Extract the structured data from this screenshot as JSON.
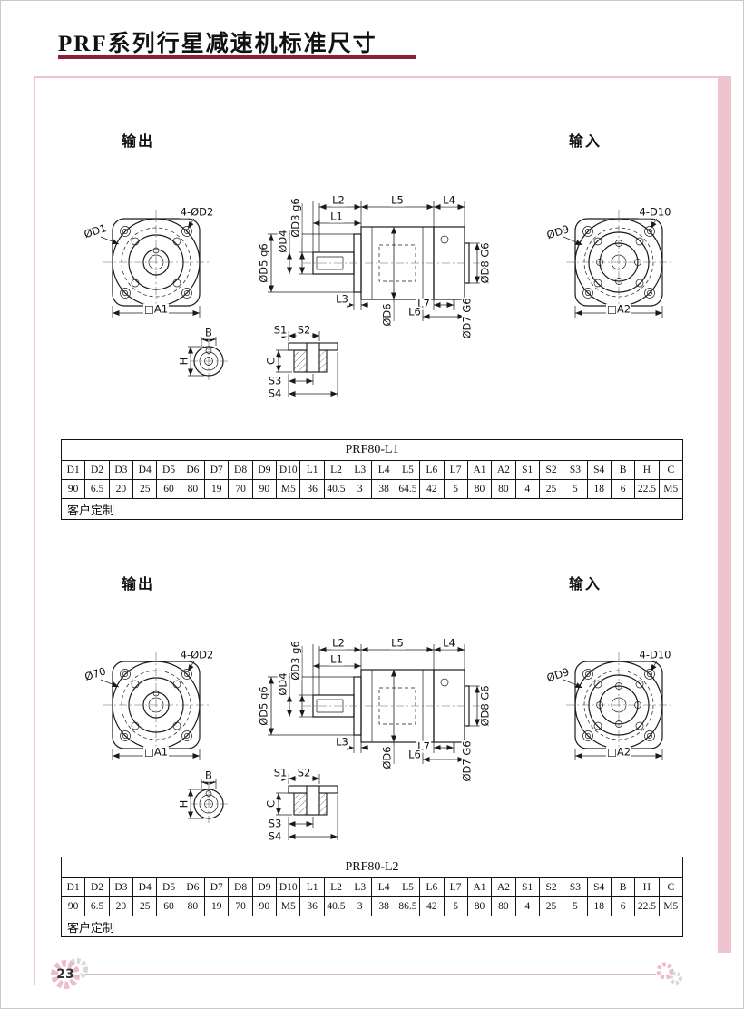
{
  "page": {
    "title": "PRF系列行星减速机标准尺寸",
    "page_number": "23"
  },
  "colors": {
    "accent_maroon": "#8a2038",
    "frame_pink": "#f0c4ce",
    "line_black": "#1a1a1a"
  },
  "sections": [
    {
      "output_label": "输出",
      "input_label": "输入",
      "front": {
        "dia_label": "ØD1",
        "holes_label": "4-ØD2",
        "square_label": "□A1"
      },
      "shaft_end": {
        "b": "B",
        "h": "H"
      },
      "section_view": {
        "s1": "S1",
        "s2": "S2",
        "s3": "S3",
        "s4": "S4",
        "c": "C"
      },
      "side": {
        "l1": "L1",
        "l2": "L2",
        "l3": "L3",
        "l4": "L4",
        "l5": "L5",
        "l6": "L6",
        "l7": "L7",
        "d3": "ØD3 g6",
        "d4": "ØD4",
        "d5": "ØD5 g6",
        "d6": "ØD6",
        "d7": "ØD7 G6",
        "d8": "ØD8 G6"
      },
      "rear": {
        "dia_label": "ØD9",
        "holes_label": "4-D10",
        "square_label": "□A2"
      },
      "table": {
        "title": "PRF80-L1",
        "headers": [
          "D1",
          "D2",
          "D3",
          "D4",
          "D5",
          "D6",
          "D7",
          "D8",
          "D9",
          "D10",
          "L1",
          "L2",
          "L3",
          "L4",
          "L5",
          "L6",
          "L7",
          "A1",
          "A2",
          "S1",
          "S2",
          "S3",
          "S4",
          "B",
          "H",
          "C"
        ],
        "values": [
          "90",
          "6.5",
          "20",
          "25",
          "60",
          "80",
          "19",
          "70",
          "90",
          "M5",
          "36",
          "40.5",
          "3",
          "38",
          "64.5",
          "42",
          "5",
          "80",
          "80",
          "4",
          "25",
          "5",
          "18",
          "6",
          "22.5",
          "M5"
        ],
        "footer": "客户定制"
      }
    },
    {
      "output_label": "输出",
      "input_label": "输入",
      "front": {
        "dia_label": "Ø70",
        "holes_label": "4-ØD2",
        "square_label": "□A1"
      },
      "shaft_end": {
        "b": "B",
        "h": "H"
      },
      "section_view": {
        "s1": "S1",
        "s2": "S2",
        "s3": "S3",
        "s4": "S4",
        "c": "C"
      },
      "side": {
        "l1": "L1",
        "l2": "L2",
        "l3": "L3",
        "l4": "L4",
        "l5": "L5",
        "l6": "L6",
        "l7": "L7",
        "d3": "ØD3 g6",
        "d4": "ØD4",
        "d5": "ØD5 g6",
        "d6": "ØD6",
        "d7": "ØD7 G6",
        "d8": "ØD8 G6"
      },
      "rear": {
        "dia_label": "ØD9",
        "holes_label": "4-D10",
        "square_label": "□A2"
      },
      "table": {
        "title": "PRF80-L2",
        "headers": [
          "D1",
          "D2",
          "D3",
          "D4",
          "D5",
          "D6",
          "D7",
          "D8",
          "D9",
          "D10",
          "L1",
          "L2",
          "L3",
          "L4",
          "L5",
          "L6",
          "L7",
          "A1",
          "A2",
          "S1",
          "S2",
          "S3",
          "S4",
          "B",
          "H",
          "C"
        ],
        "values": [
          "90",
          "6.5",
          "20",
          "25",
          "60",
          "80",
          "19",
          "70",
          "90",
          "M5",
          "36",
          "40.5",
          "3",
          "38",
          "86.5",
          "42",
          "5",
          "80",
          "80",
          "4",
          "25",
          "5",
          "18",
          "6",
          "22.5",
          "M5"
        ],
        "footer": "客户定制"
      }
    }
  ]
}
